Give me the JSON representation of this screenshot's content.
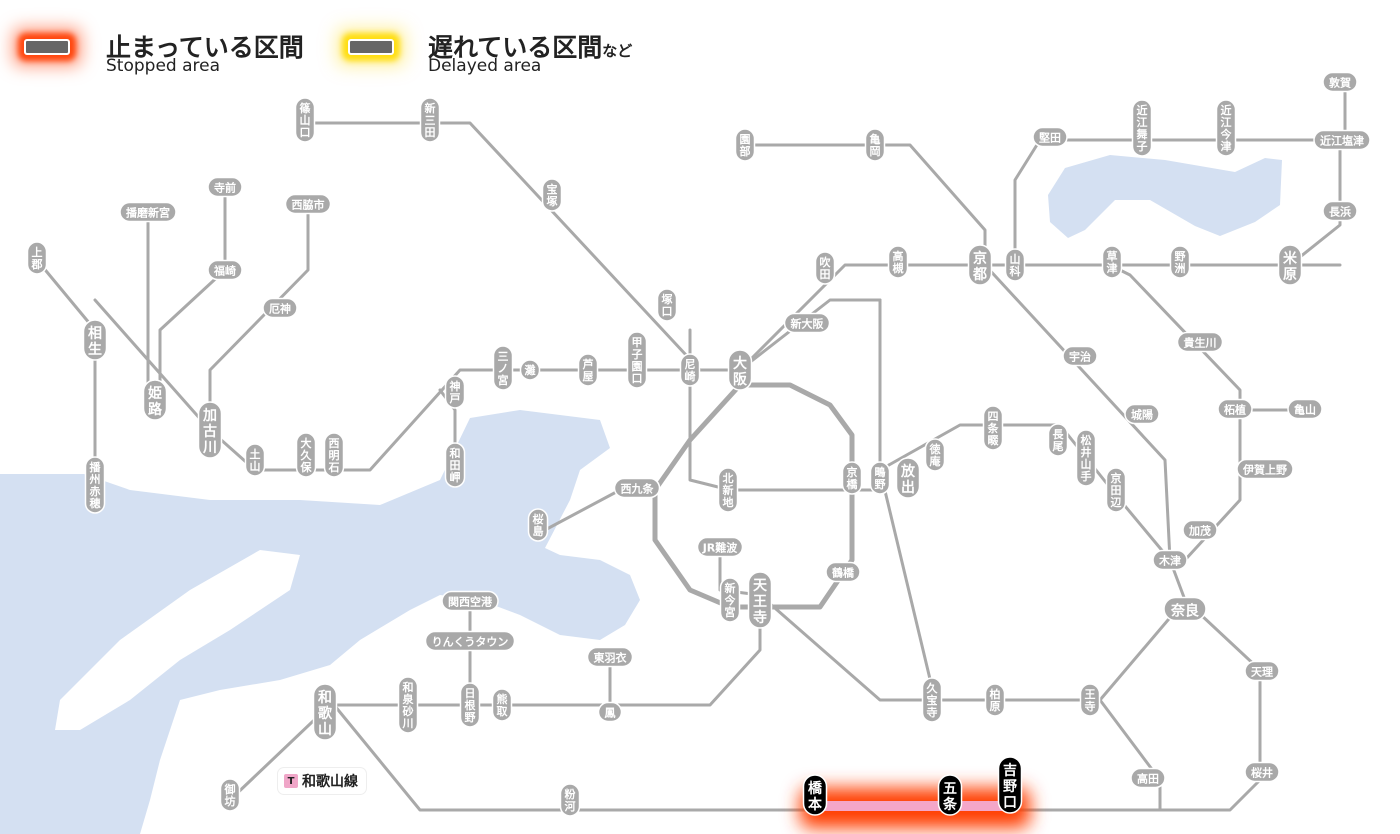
{
  "legend": {
    "stopped": {
      "title": "止まっている区間",
      "subtitle": "Stopped area",
      "glow_color": "#ff3c00"
    },
    "delayed": {
      "title": "遅れている区間",
      "suffix": "など",
      "subtitle": "Delayed area",
      "glow_color": "#ffdc00"
    }
  },
  "line_key": {
    "badge": "T",
    "name": "和歌山線",
    "color": "#f0a6c8"
  },
  "colors": {
    "water": "#d4e0f2",
    "track": "#a9a9a9",
    "label": "#a9a9a9",
    "stopped": "#ff3c00",
    "stopped_track": "#f4a6c8",
    "stopped_label": "#000000"
  },
  "stations": {
    "sasayama": "篠山口",
    "shinsanda": "新三田",
    "takarazuka": "宝塚",
    "tsukaguchi": "塚口",
    "amagasaki": "尼崎",
    "koshienguchi": "甲子園口",
    "ashiya": "芦屋",
    "nada": "灘",
    "sannomiya": "三ノ宮",
    "kobe": "神戸",
    "wadamisaki": "和田岬",
    "nishiakashi": "西明石",
    "okubo": "大久保",
    "tsuchiyama": "土山",
    "kakogawa": "加古川",
    "himeji": "姫路",
    "aioi": "相生",
    "kamigori": "上郡",
    "banshuako": "播州赤穂",
    "harimashinmiya": "播磨新宮",
    "teramae": "寺前",
    "fukusaki": "福崎",
    "nishiwakishi": "西脇市",
    "yakujin": "厄神",
    "osaka": "大阪",
    "shinosaka": "新大阪",
    "suita": "吹田",
    "takatsuki": "高槻",
    "kyoto": "京都",
    "yamashina": "山科",
    "kusatsu": "草津",
    "yasu": "野洲",
    "maibara": "米原",
    "nagahama": "長浜",
    "omishiotsu": "近江塩津",
    "tsuruga": "敦賀",
    "omiimazu": "近江今津",
    "omimaiko": "近江舞子",
    "katata": "堅田",
    "sonobe": "園部",
    "kameoka": "亀岡",
    "uji": "宇治",
    "joyo": "城陽",
    "kizu": "木津",
    "kamo": "加茂",
    "tsuge": "柘植",
    "kameyama": "亀山",
    "iga": "伊賀上野",
    "tsugegawa": "貴生川",
    "nara": "奈良",
    "tenri": "天理",
    "sakurai": "桜井",
    "takada": "高田",
    "oji": "王寺",
    "kashiwara": "柏原",
    "kyuhoji": "久宝寺",
    "tennoji": "天王寺",
    "shinimamiya": "新今宮",
    "jrnamba": "JR難波",
    "tsuruhashi": "鶴橋",
    "kyobashi": "京橋",
    "kitashinchi": "北新地",
    "nishikujo": "西九条",
    "sakurajima": "桜島",
    "hanaten": "放出",
    "shigino": "鴫野",
    "tokuan": "徳庵",
    "shijonawate": "四条畷",
    "nagao": "長尾",
    "matsuiyamate": "松井山手",
    "kyotanabe": "京田辺",
    "otori": "鳳",
    "higashihagoromo": "東羽衣",
    "hineno": "日根野",
    "kumatori": "熊取",
    "izumisunagawa": "和泉砂川",
    "wakayama": "和歌山",
    "gobo": "御坊",
    "kokawa": "粉河",
    "hashimoto": "橋本",
    "gojo": "五条",
    "yoshinoguchi": "吉野口",
    "kix": "関西空港",
    "rinku": "りんくうタウン"
  }
}
